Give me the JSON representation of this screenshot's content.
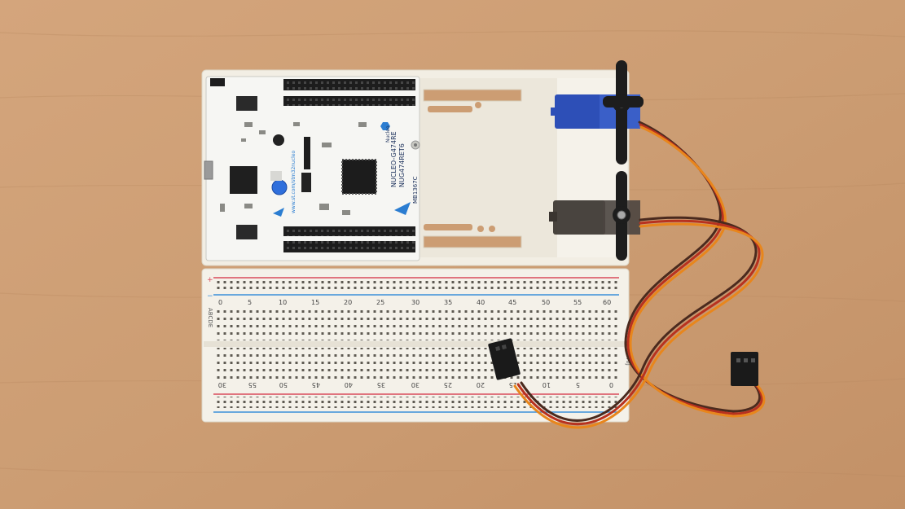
{
  "board": {
    "model": "NUCLEO-G474RE",
    "part": "NUG474RET6",
    "ref": "MB1367C",
    "brand_small": "Nucleo",
    "url": "www.st.com/stm32nucleo"
  },
  "breadboard": {
    "top_numbers": [
      "0",
      "5",
      "10",
      "15",
      "20",
      "25",
      "30",
      "35",
      "40",
      "45",
      "50",
      "55",
      "60"
    ],
    "bottom_numbers": [
      "30",
      "55",
      "50",
      "45",
      "40",
      "35",
      "30",
      "25",
      "20",
      "15",
      "10",
      "5",
      "0"
    ],
    "row_letters_top": "ABCDE",
    "row_letters_bottom": "FGHIJ",
    "plus": "+",
    "minus": "−"
  },
  "colors": {
    "wood": "#cfa27a",
    "plastic": "#f2eee4",
    "pcb": "#f6f6f3",
    "servo_blue": "#2d4fb7",
    "servo_dark": "#3a3530",
    "rail_red": "#d94a5a",
    "rail_blue": "#3b8fd9",
    "wire_orange": "#e8861c",
    "wire_red": "#b8321f",
    "wire_brown": "#4a2a1e"
  }
}
